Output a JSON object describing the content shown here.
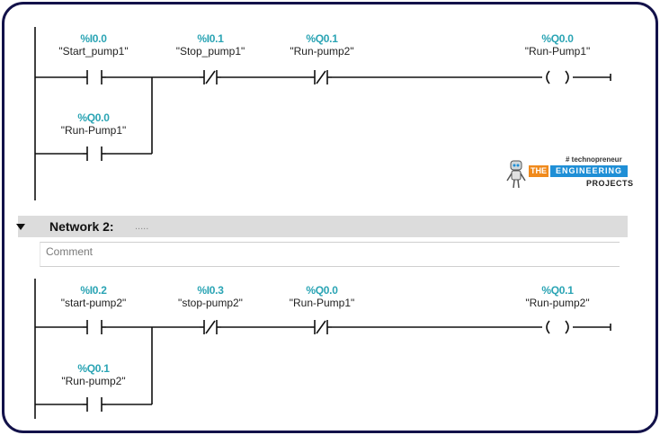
{
  "network1": {
    "contacts": [
      {
        "address": "%I0.0",
        "symbol": "\"Start_pump1\"",
        "type": "NO"
      },
      {
        "address": "%I0.1",
        "symbol": "\"Stop_pump1\"",
        "type": "NC"
      },
      {
        "address": "%Q0.1",
        "symbol": "\"Run-pump2\"",
        "type": "NC"
      }
    ],
    "coil": {
      "address": "%Q0.0",
      "symbol": "\"Run-Pump1\""
    },
    "branch": {
      "address": "%Q0.0",
      "symbol": "\"Run-Pump1\"",
      "type": "NO"
    }
  },
  "network2": {
    "title": "Network 2:",
    "title_suffix": ".....",
    "comment_placeholder": "Comment",
    "contacts": [
      {
        "address": "%I0.2",
        "symbol": "\"start-pump2\"",
        "type": "NO"
      },
      {
        "address": "%I0.3",
        "symbol": "\"stop-pump2\"",
        "type": "NC"
      },
      {
        "address": "%Q0.0",
        "symbol": "\"Run-Pump1\"",
        "type": "NC"
      }
    ],
    "coil": {
      "address": "%Q0.1",
      "symbol": "\"Run-pump2\""
    },
    "branch": {
      "address": "%Q0.1",
      "symbol": "\"Run-pump2\"",
      "type": "NO"
    }
  },
  "watermark": {
    "tag": "# technopreneur",
    "the": "THE",
    "engineering": "ENGINEERING",
    "projects": "PROJECTS"
  },
  "colors": {
    "frame_border": "#13124a",
    "address_text": "#2aa4b4",
    "rung_line": "#111111",
    "network_header_bg": "#dcdcdc"
  }
}
